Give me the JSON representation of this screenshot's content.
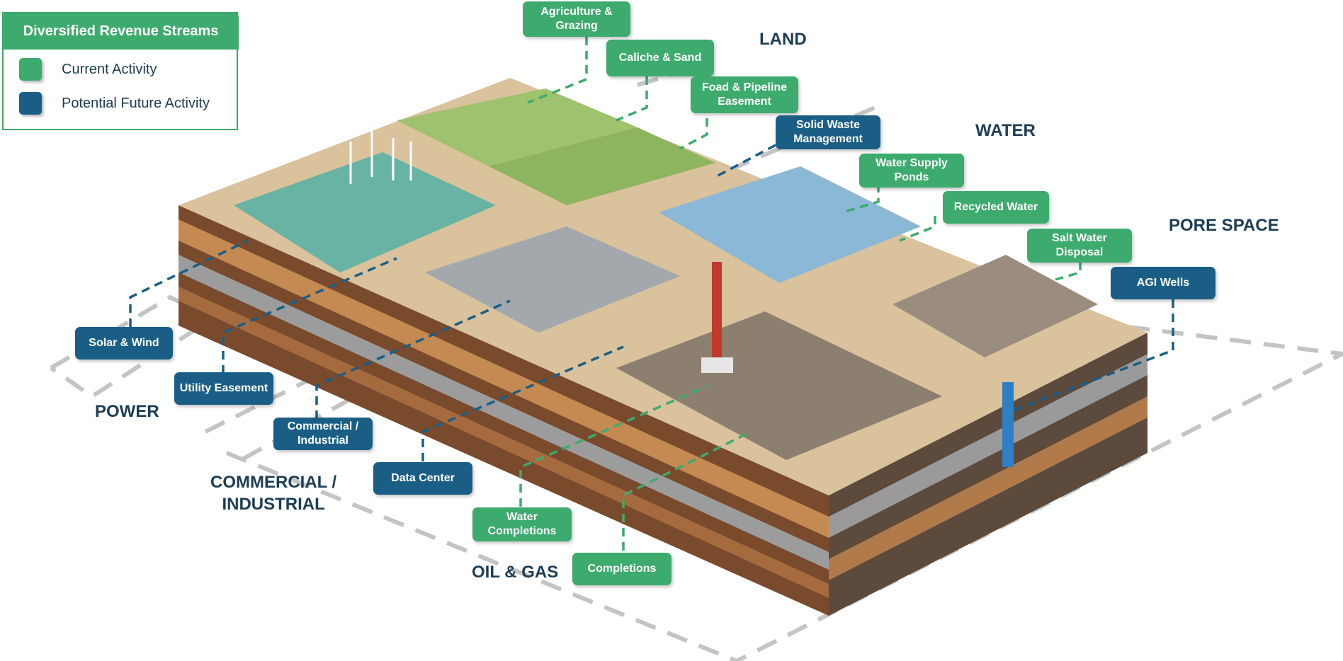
{
  "legend": {
    "title": "Diversified Revenue Streams",
    "items": [
      {
        "label": "Current Activity",
        "color": "#3dab6e"
      },
      {
        "label": "Potential Future Activity",
        "color": "#1a5e86"
      }
    ]
  },
  "regions": {
    "land": "LAND",
    "water": "WATER",
    "pore_space": "PORE SPACE",
    "power": "POWER",
    "commercial_industrial": "COMMERCIAL /\nINDUSTRIAL",
    "oil_gas": "OIL & GAS"
  },
  "tags": {
    "agriculture": "Agriculture &\nGrazing",
    "caliche": "Caliche & Sand",
    "road_pipeline": "Foad & Pipeline\nEasement",
    "solid_waste": "Solid Waste\nManagement",
    "water_supply": "Water Supply\nPonds",
    "recycled_water": "Recycled Water",
    "salt_water": "Salt Water\nDisposal",
    "agi_wells": "AGI Wells",
    "solar_wind": "Solar & Wind",
    "utility_easement": "Utility Easement",
    "commercial_industrial": "Commercial /\nIndustrial",
    "data_center": "Data Center",
    "water_completions": "Water\nCompletions",
    "completions": "Completions"
  },
  "colors": {
    "current": "#3dab6e",
    "future": "#1a5e86",
    "outline": "#c4c4c4",
    "ground": "#d9c29c"
  }
}
